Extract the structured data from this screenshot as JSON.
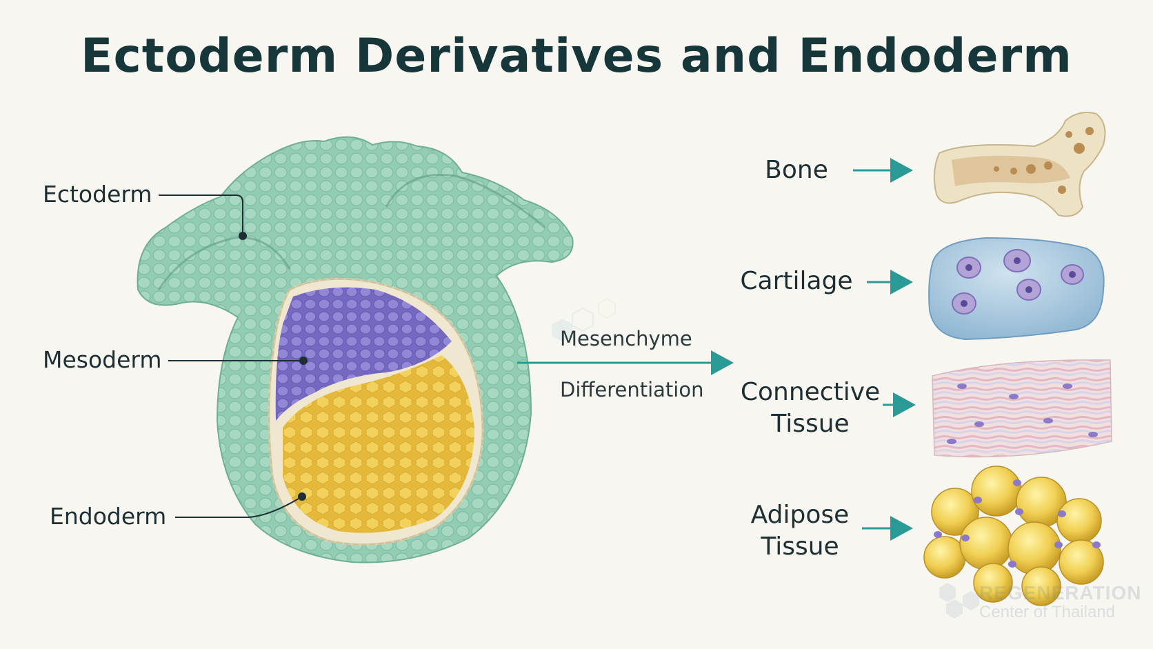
{
  "title": "Ectoderm Derivatives and Endoderm",
  "left_labels": {
    "ectoderm": "Ectoderm",
    "mesoderm": "Mesoderm",
    "endoderm": "Endoderm"
  },
  "center": {
    "top": "Mesenchyme",
    "bottom": "Differentiation"
  },
  "derivatives": [
    {
      "line1": "Bone",
      "line2": ""
    },
    {
      "line1": "Cartilage",
      "line2": ""
    },
    {
      "line1": "Connective",
      "line2": "Tissue"
    },
    {
      "line1": "Adipose",
      "line2": "Tissue"
    }
  ],
  "watermark": {
    "line1": "REGENERATION",
    "line2": "Center of Thailand"
  },
  "colors": {
    "ectoderm": "#8fc9b0",
    "mesoderm": "#8a7fcf",
    "endoderm": "#eecb4f",
    "arrow": "#2a9a96",
    "title": "#17363a"
  }
}
